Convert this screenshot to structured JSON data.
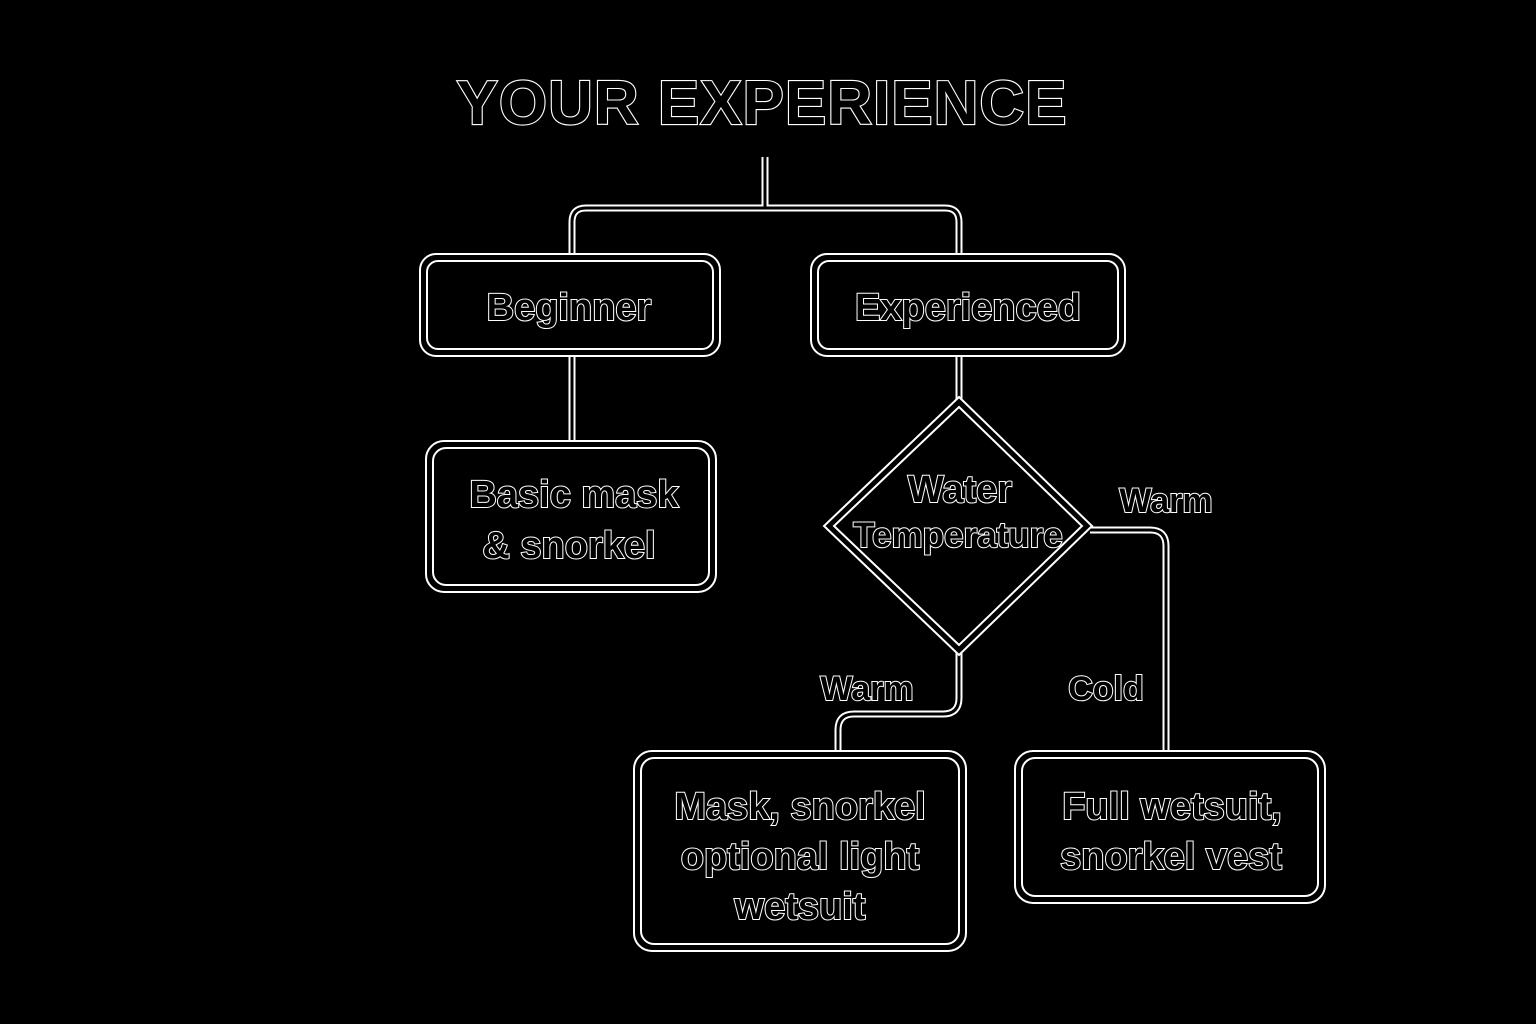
{
  "title": "YOUR EXPERIENCE",
  "nodes": {
    "beginner": {
      "label": "Beginner"
    },
    "experienced": {
      "label": "Experienced"
    },
    "basic_gear": {
      "lines": [
        "Basic mask",
        "& snorkel"
      ]
    },
    "water_temp": {
      "lines": [
        "Water",
        "Temperature"
      ]
    },
    "warm_gear": {
      "lines": [
        "Mask, snorkel",
        "optional light",
        "wetsuit"
      ]
    },
    "cold_gear": {
      "lines": [
        "Full wetsuit,",
        "snorkel vest"
      ]
    }
  },
  "edges": {
    "right_warm": "Warm",
    "bottom_warm": "Warm",
    "cold": "Cold"
  },
  "colors": {
    "background": "#000000",
    "outline": "#ffffff"
  }
}
